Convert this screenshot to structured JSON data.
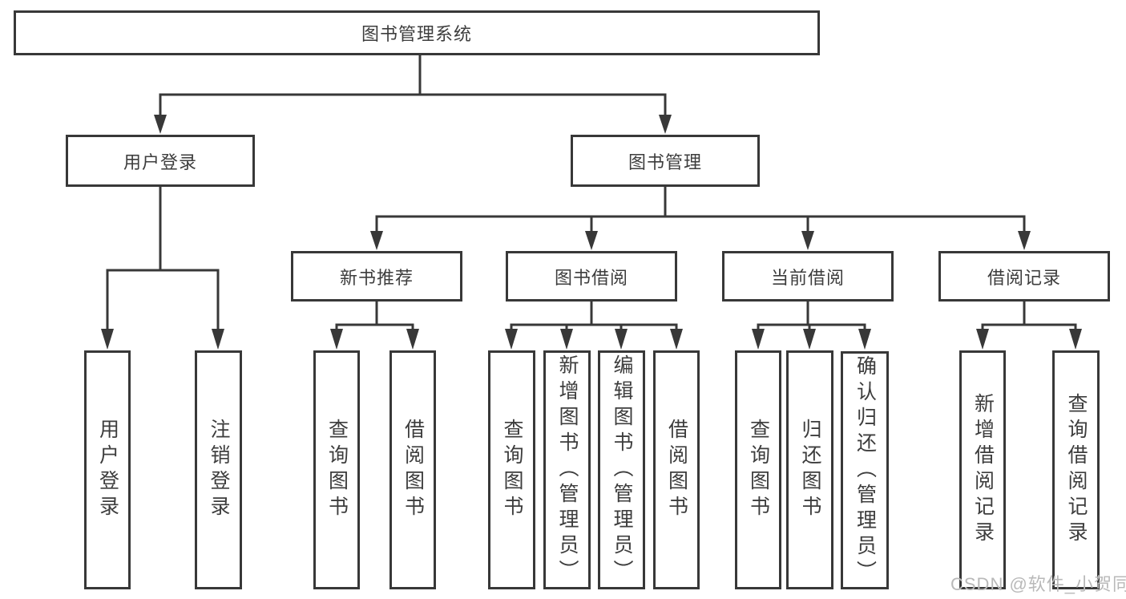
{
  "diagram": {
    "root": "图书管理系统",
    "level2": {
      "user_login": "用户登录",
      "book_mgmt": "图书管理"
    },
    "level3": {
      "recommend": "新书推荐",
      "borrow": "图书借阅",
      "current": "当前借阅",
      "records": "借阅记录"
    },
    "leaves": {
      "login": [
        "用户登录",
        "注销登录"
      ],
      "recommend": [
        "查询图书",
        "借阅图书"
      ],
      "borrow": [
        "查询图书",
        "新增图书（管理员）",
        "编辑图书（管理员）",
        "借阅图书"
      ],
      "current": [
        "查询图书",
        "归还图书",
        "确认归还（管理员）"
      ],
      "records": [
        "新增借阅记录",
        "查询借阅记录"
      ]
    }
  },
  "watermark": "CSDN @软件_小贺同学",
  "colors": {
    "line": "#383838",
    "text": "#3d3d3d",
    "watermark": "#b9b9b9",
    "background": "#ffffff"
  }
}
